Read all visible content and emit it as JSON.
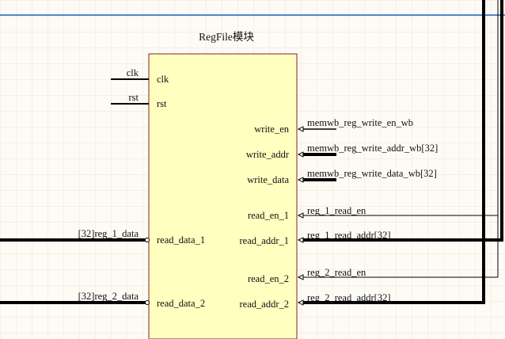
{
  "title": "RegFile模块",
  "module": {
    "left_ports": [
      "clk",
      "rst",
      "read_data_1",
      "read_data_2"
    ],
    "right_ports": [
      "write_en",
      "write_addr",
      "write_data",
      "read_en_1",
      "read_addr_1",
      "read_en_2",
      "read_addr_2"
    ]
  },
  "signals": {
    "clk": "clk",
    "rst": "rst",
    "reg_1_data": "[32]reg_1_data",
    "reg_2_data": "[32]reg_2_data",
    "memwb_reg_write_en_wb": "memwb_reg_write_en_wb",
    "memwb_reg_write_addr_wb": "memwb_reg_write_addr_wb[32]",
    "memwb_reg_write_data_wb": "memwb_reg_write_data_wb[32]",
    "reg_1_read_en": "reg_1_read_en",
    "reg_1_read_addr": "reg_1_read_addr[32]",
    "reg_2_read_en": "reg_2_read_en",
    "reg_2_read_addr": "reg_2_read_addr[32]"
  },
  "colors": {
    "background": "#fdfbf5",
    "grid": "#ede4cf",
    "module_fill": "#ffffc0",
    "module_border": "#8a1f1f",
    "bus": "#000000",
    "selection_line": "#1f5fbf"
  }
}
